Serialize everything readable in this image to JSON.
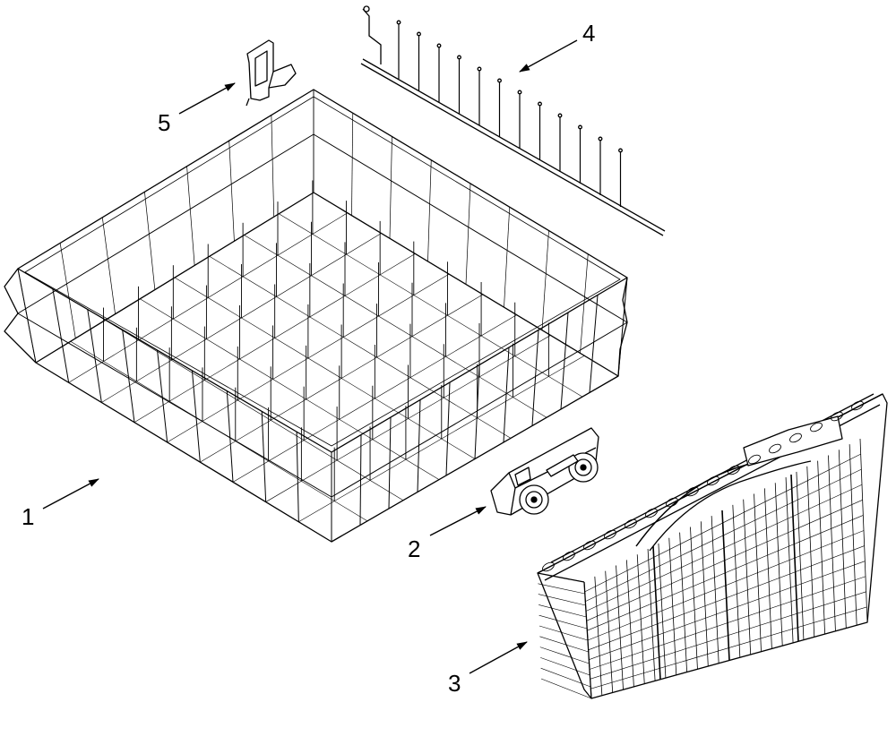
{
  "diagram": {
    "line_color": "#000000",
    "background": "#ffffff",
    "callouts": [
      {
        "id": "1",
        "label": "1"
      },
      {
        "id": "2",
        "label": "2"
      },
      {
        "id": "3",
        "label": "3"
      },
      {
        "id": "4",
        "label": "4"
      },
      {
        "id": "5",
        "label": "5"
      }
    ]
  }
}
